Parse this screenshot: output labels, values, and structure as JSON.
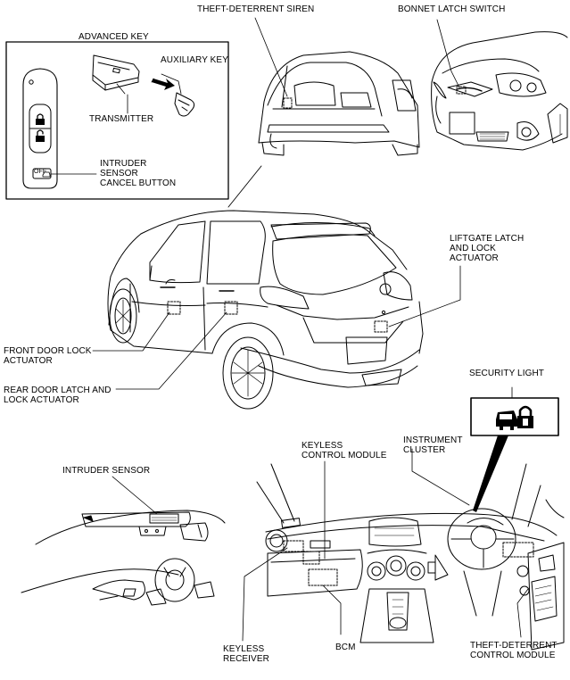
{
  "labels": {
    "theft_deterrent_siren": "THEFT-DETERRENT SIREN",
    "bonnet_latch_switch": "BONNET LATCH SWITCH",
    "advanced_key": "ADVANCED KEY",
    "auxiliary_key": "AUXILIARY KEY",
    "transmitter": "TRANSMITTER",
    "intruder_sensor_cancel_button": [
      "INTRUDER",
      "SENSOR",
      "CANCEL BUTTON"
    ],
    "off_button_text": "OFF",
    "liftgate_latch": [
      "LIFTGATE LATCH",
      "AND LOCK",
      "ACTUATOR"
    ],
    "front_door_lock_actuator": [
      "FRONT DOOR LOCK",
      "ACTUATOR"
    ],
    "rear_door_latch": [
      "REAR DOOR LATCH AND",
      "LOCK ACTUATOR"
    ],
    "security_light": "SECURITY LIGHT",
    "keyless_control_module": [
      "KEYLESS",
      "CONTROL MODULE"
    ],
    "instrument_cluster": [
      "INSTRUMENT",
      "CLUSTER"
    ],
    "intruder_sensor": "INTRUDER SENSOR",
    "keyless_receiver": [
      "KEYLESS",
      "RECEIVER"
    ],
    "bcm": "BCM",
    "theft_deterrent_control_module": [
      "THEFT-DETERRENT",
      "CONTROL MODULE"
    ]
  },
  "icons": {
    "security_light_symbol": "car-with-padlock-icon",
    "key_lock_button": "padlock-closed-icon",
    "key_unlock_button": "padlock-open-icon"
  },
  "colors": {
    "line": "#000000",
    "background": "#ffffff"
  }
}
